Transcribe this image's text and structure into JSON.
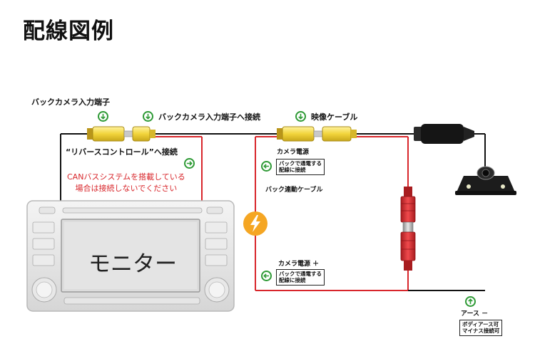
{
  "title": "配線図例",
  "labels": {
    "back_camera_terminal": "バックカメラ入力端子",
    "connect_back_camera": "バックカメラ入力端子へ接続",
    "video_cable": "映像ケーブル",
    "reverse_control": "“リバースコントロール”へ接続",
    "can_note_line1": "CANバスシステムを搭載している",
    "can_note_line2": "場合は接続しないでください",
    "camera_power": "カメラ電源",
    "camera_power_box_line1": "バックで通電する",
    "camera_power_box_line2": "配線に接続",
    "back_link_cable": "バック連動ケーブル",
    "camera_power_plus": "カメラ電源 ＋",
    "camera_power_plus_box_line1": "バックで通電する",
    "camera_power_plus_box_line2": "配線に接続",
    "ground": "アース －",
    "ground_box_line1": "ボディアース可",
    "ground_box_line2": "マイナス接続可",
    "monitor": "モニター"
  },
  "icons": {
    "down_arrow": "down-arrow-icon",
    "right_arrow": "right-arrow-icon",
    "left_arrow": "left-arrow-icon",
    "up_arrow": "up-arrow-icon",
    "lightning": "lightning-icon"
  },
  "colors": {
    "arrow_green": "#2e9a35",
    "wire_red": "#d8262b",
    "connector_yellow": "#f2d43b",
    "lightning_orange": "#f5a623"
  }
}
